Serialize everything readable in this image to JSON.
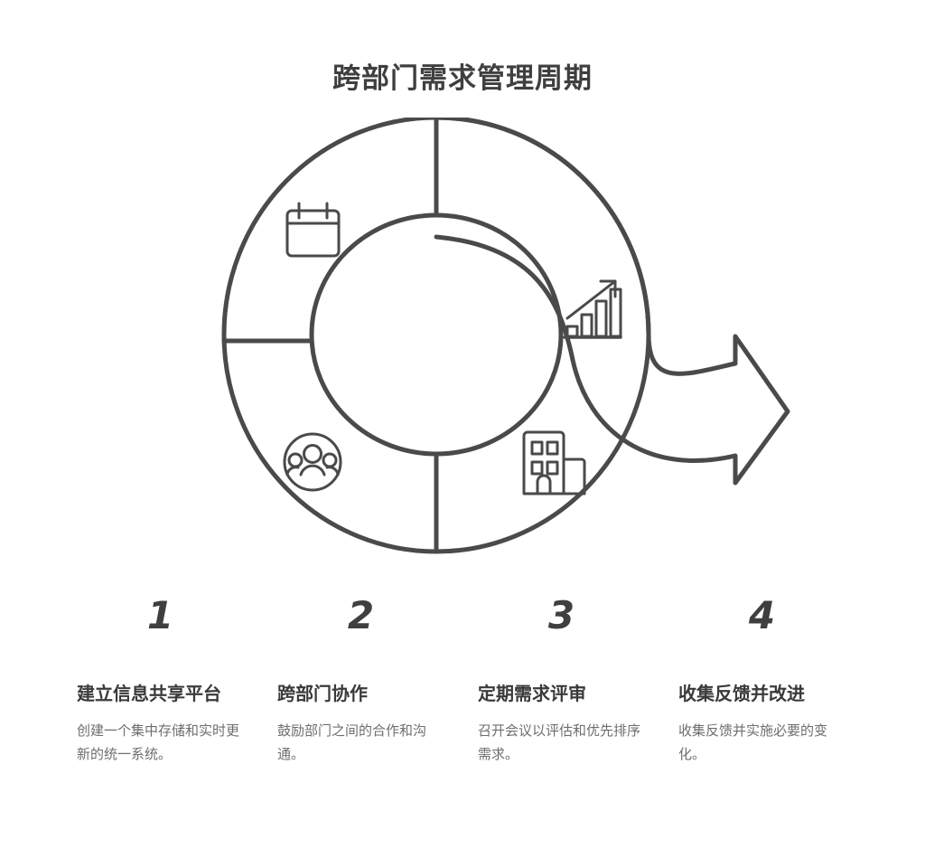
{
  "title": "跨部门需求管理周期",
  "colors": {
    "stroke": "#4a4a4a",
    "heading_text": "#3a3a3a",
    "body_text": "#6e6e6e",
    "background": "#ffffff"
  },
  "diagram": {
    "shape": "donut-cycle-with-arrow",
    "segments": [
      {
        "position": "top-left",
        "icon": "calendar-icon"
      },
      {
        "position": "bottom-left",
        "icon": "people-group-icon"
      },
      {
        "position": "bottom-right",
        "icon": "office-building-icon"
      },
      {
        "position": "top-right",
        "icon": "growth-bar-chart-icon"
      }
    ],
    "arrow": {
      "direction": "right",
      "style": "curved-swoosh"
    }
  },
  "steps": [
    {
      "number": "1",
      "heading": "建立信息共享平台",
      "description": "创建一个集中存储和实时更新的统一系统。"
    },
    {
      "number": "2",
      "heading": "跨部门协作",
      "description": "鼓励部门之间的合作和沟通。"
    },
    {
      "number": "3",
      "heading": "定期需求评审",
      "description": "召开会议以评估和优先排序需求。"
    },
    {
      "number": "4",
      "heading": "收集反馈并改进",
      "description": "收集反馈并实施必要的变化。"
    }
  ]
}
